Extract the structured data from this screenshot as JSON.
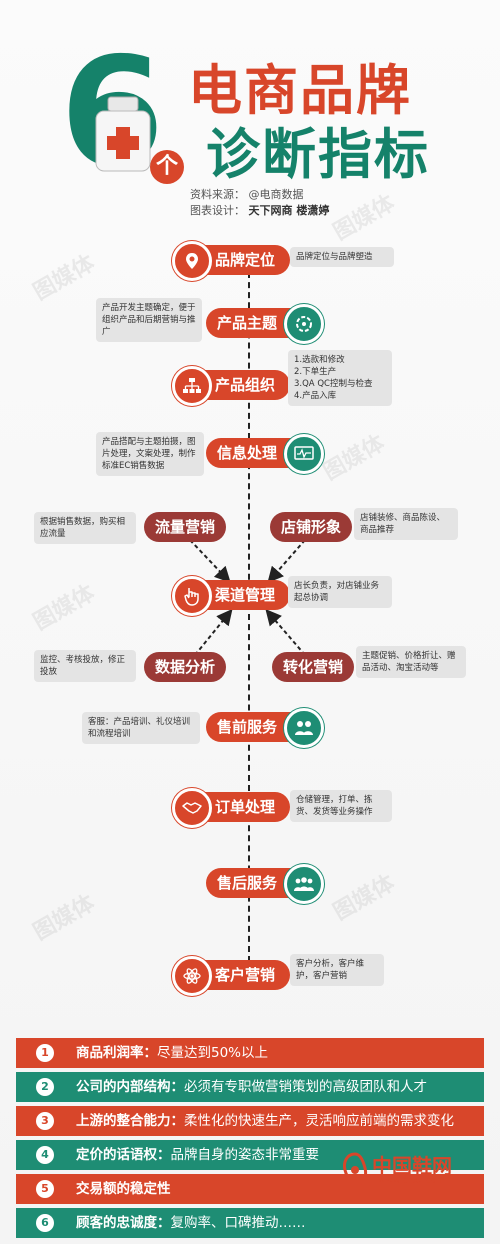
{
  "header": {
    "six": "6",
    "ge": "个",
    "title_line1": "电商品牌",
    "title_line2": "诊断指标",
    "source_label": "资料来源：",
    "source_value": "@电商数据",
    "design_label": "图表设计：",
    "design_value": "天下网商  楼潇婷"
  },
  "flow": {
    "brand_position": {
      "label": "品牌定位",
      "note": "品牌定位与品牌塑造",
      "icon": "location-icon"
    },
    "product_theme": {
      "label": "产品主题",
      "note": "产品开发主题确定，便于组织产品和后期营销与推广",
      "icon": "target-icon"
    },
    "product_org": {
      "label": "产品组织",
      "note_lines": [
        "1.选款和修改",
        "2.下单生产",
        "3.QA QC控制与检查",
        "4.产品入库"
      ],
      "icon": "org-chart-icon"
    },
    "info_process": {
      "label": "信息处理",
      "note": "产品搭配与主题拍摄，图片处理，文案处理，制作标准EC销售数据",
      "icon": "monitor-icon"
    },
    "traffic_marketing": {
      "label": "流量营销",
      "note": "根据销售数据，购买相应流量"
    },
    "store_image": {
      "label": "店铺形象",
      "note": "店铺装修、商品陈设、商品推荐"
    },
    "channel_mgmt": {
      "label": "渠道管理",
      "note": "店长负责，对店铺业务起总协调",
      "icon": "hand-icon"
    },
    "data_analysis": {
      "label": "数据分析",
      "note": "监控、考核投放，修正投放"
    },
    "conversion_marketing": {
      "label": "转化营销",
      "note": "主题促销、价格折让、赠品活动、淘宝活动等"
    },
    "presale_service": {
      "label": "售前服务",
      "note": "客服：产品培训、礼仪培训和流程培训",
      "icon": "people-icon"
    },
    "order_process": {
      "label": "订单处理",
      "note": "仓储管理，打单、拣货、发货等业务操作",
      "icon": "handshake-icon"
    },
    "aftersale_service": {
      "label": "售后服务",
      "icon": "group-icon"
    },
    "customer_marketing": {
      "label": "客户营销",
      "note": "客户分析，客户维护，客户营销",
      "icon": "atom-icon"
    }
  },
  "indicators": [
    {
      "num": "1",
      "title": "商品利润率：",
      "text": "尽量达到50%以上"
    },
    {
      "num": "2",
      "title": "公司的内部结构：",
      "text": "必须有专职做营销策划的高级团队和人才"
    },
    {
      "num": "3",
      "title": "上游的整合能力：",
      "text": "柔性化的快速生产，灵活响应前端的需求变化"
    },
    {
      "num": "4",
      "title": "定价的话语权：",
      "text": "品牌自身的姿态非常重要"
    },
    {
      "num": "5",
      "title": "交易额的稳定性",
      "text": ""
    },
    {
      "num": "6",
      "title": "顾客的忠诚度：",
      "text": "复购率、口碑推动……"
    }
  ],
  "watermark": "图媒体",
  "logo": {
    "name": "中国鞋网",
    "url": "www.cnxz.com"
  },
  "colors": {
    "red": "#d8462a",
    "teal": "#1e8d74",
    "dark_red": "#9b3a36"
  }
}
